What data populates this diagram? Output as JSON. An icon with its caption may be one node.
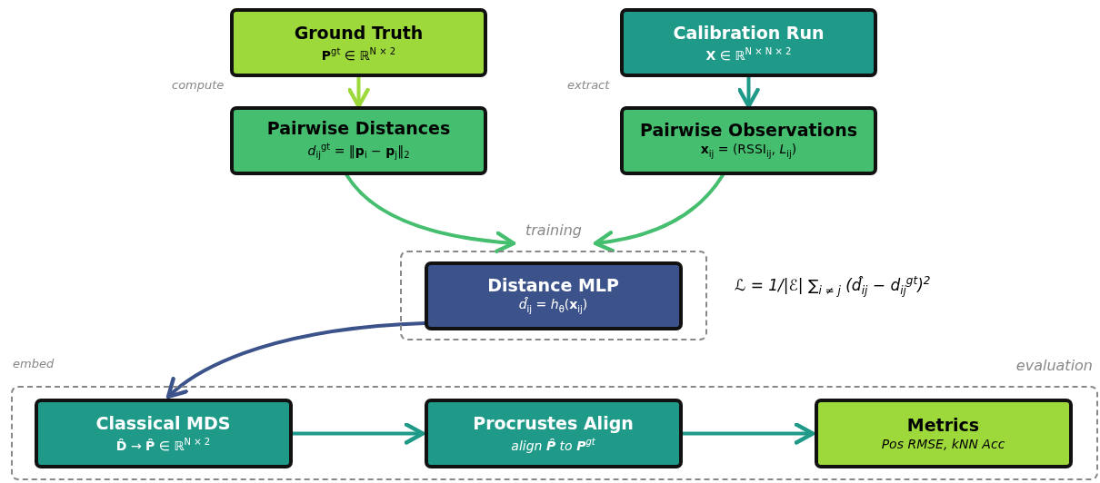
{
  "diagram": {
    "nodes": [
      {
        "text": [
          "Ground Truth",
          "**P**$^{gt}$ ∈ ℝ$^{N × 2}$"
        ]
      },
      {
        "text": [
          "Calibration Run",
          "**X** ∈ ℝ$^{N × N × 2}$"
        ]
      },
      {
        "text": [
          "Pairwise Distances",
          "*d*$_{ij}$$^{gt}$ = ‖**p**$_{i}$ − **p**$_{j}$‖$_{2}$"
        ]
      },
      {
        "text": [
          "Pairwise Observations",
          "**x**$_{ij}$ = (RSSI$_{ij}$, *L*$_{ij}$)"
        ]
      },
      {
        "text": [
          "training"
        ]
      },
      {
        "text": [
          "Distance MLP",
          "*d̂*$_{ij}$ = *h*$_{θ}$(**x**$_{ij}$)"
        ],
        "in": 4
      },
      {
        "text": [
          "evaluation"
        ]
      },
      {
        "text": [
          "Classical MDS",
          "**D̂** → **P̂** ∈ ℝ$^{N × 2}$"
        ],
        "in": 6
      },
      {
        "text": [
          "Procrustes Align",
          "align **P̂** to **P**$^{gt}$"
        ],
        "in": 6
      },
      {
        "text": [
          "Metrics",
          "Pos RMSE,  kNN Acc"
        ],
        "in": 6
      }
    ],
    "edges": [
      {
        "from": 0,
        "to": 2,
        "arrow": "to",
        "color": "#9ed93b"
      },
      {
        "from": 1,
        "to": 3,
        "arrow": "to",
        "color": "#1f9a89"
      },
      {
        "from": 2,
        "to": 4,
        "arrow": "to",
        "color": "#45bf6f"
      },
      {
        "from": 3,
        "to": 4,
        "arrow": "to",
        "color": "#45bf6f"
      },
      {
        "from": 5,
        "to": 7,
        "arrow": "to",
        "color": "#3b528b"
      },
      {
        "from": 7,
        "to": 8,
        "arrow": "to",
        "color": "#1f9a89"
      },
      {
        "from": 8,
        "to": 9,
        "arrow": "to",
        "color": "#1f9a89"
      }
    ],
    "labels": [
      "compute",
      "extract",
      "ℒ = 1/|ℰ| ∑$_{i ≠ j}$ (*d̂*$_{ij}$ − *d*$_{ij}$$^{gt}$)$^{2}$",
      "embed"
    ]
  }
}
